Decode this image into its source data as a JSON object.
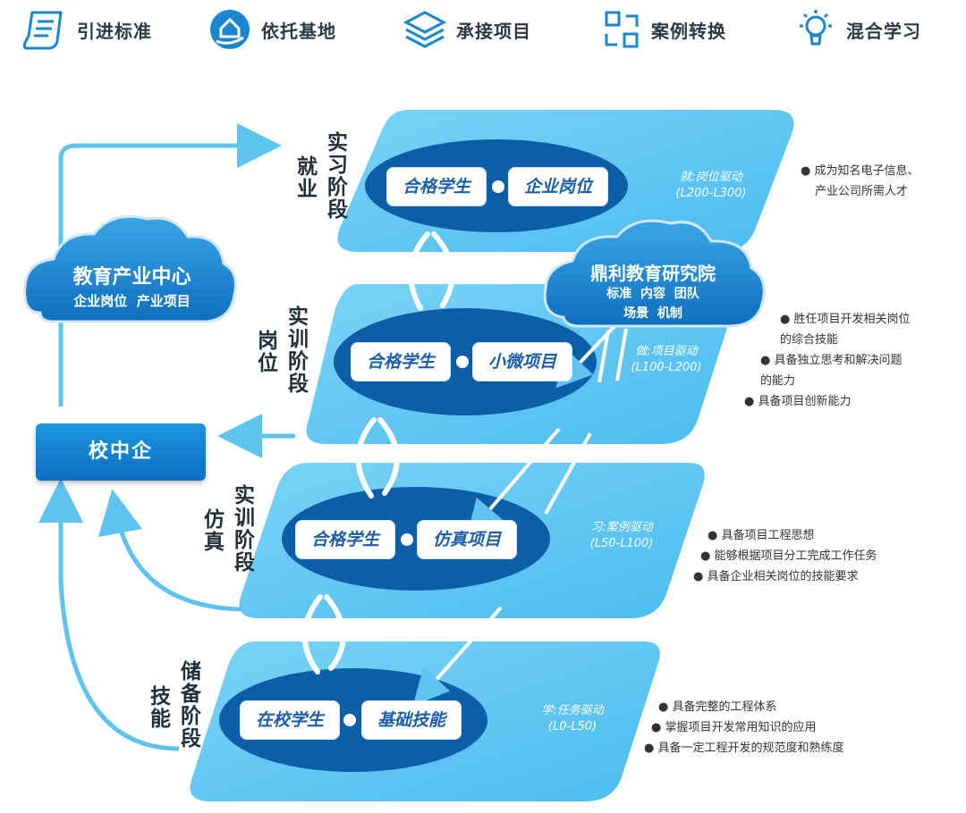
{
  "top_items": [
    {
      "label": "引进标准",
      "icon": "document-scroll-icon"
    },
    {
      "label": "依托基地",
      "icon": "hand-house-icon"
    },
    {
      "label": "承接项目",
      "icon": "layers-icon"
    },
    {
      "label": "案例转换",
      "icon": "convert-arrows-icon"
    },
    {
      "label": "混合学习",
      "icon": "lightbulb-icon"
    }
  ],
  "left_cloud": {
    "title": "教育产业中心",
    "subtitle": "企业岗位  产业项目"
  },
  "right_cloud": {
    "title": "鼎利教育研究院",
    "line1": "标准  内容  团队",
    "line2": "场景  机制"
  },
  "xiao_zhong_qi": "校中企",
  "stages": [
    {
      "title_col1": "就业",
      "title_col2": "实习阶段",
      "pill_left": "合格学生",
      "pill_right": "企业岗位",
      "drive": "就:岗位驱动",
      "level": "(L200-L300)",
      "bullets": [
        "● 成为知名电子信息、",
        "产业公司所需人才"
      ]
    },
    {
      "title_col1": "岗位",
      "title_col2": "实训阶段",
      "pill_left": "合格学生",
      "pill_right": "小微项目",
      "drive": "做:项目驱动",
      "level": "(L100-L200)",
      "bullets": [
        "● 胜任项目开发相关岗位",
        "的综合技能",
        "● 具备独立思考和解决问题",
        "的能力",
        "● 具备项目创新能力"
      ]
    },
    {
      "title_col1": "仿真",
      "title_col2": "实训阶段",
      "pill_left": "合格学生",
      "pill_right": "仿真项目",
      "drive": "习:案例驱动",
      "level": "(L50-L100)",
      "bullets": [
        "● 具备项目工程思想",
        "● 能够根据项目分工完成工作任务",
        "● 具备企业相关岗位的技能要求"
      ]
    },
    {
      "title_col1": "技能",
      "title_col2": "储备阶段",
      "pill_left": "在校学生",
      "pill_right": "基础技能",
      "drive": "学:任务驱动",
      "level": "(L0-L50)",
      "bullets": [
        "● 具备完整的工程体系",
        "● 掌握项目开发常用知识的应用",
        "● 具备一定工程开发的规范度和熟练度"
      ]
    }
  ],
  "colors": {
    "panel": "#5bc6f2",
    "ellipse": "#0d5ea8",
    "arrow": "#5fc3ef",
    "cloud": "#1a86d0",
    "text_dark": "#2b3a47"
  }
}
